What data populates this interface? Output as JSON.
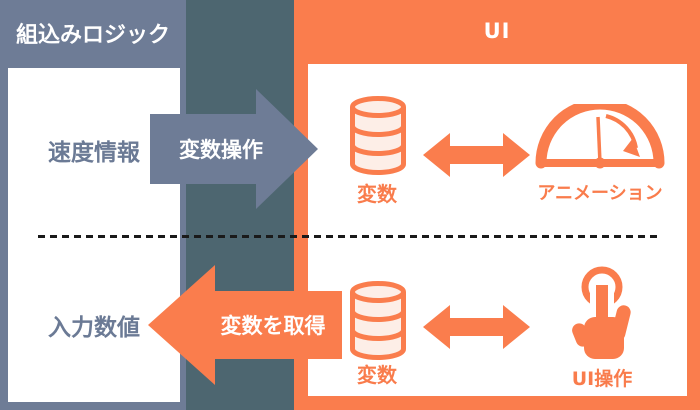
{
  "diagram": {
    "left_panel": {
      "title": "組込みロジック",
      "rows": [
        {
          "label": "速度情報"
        },
        {
          "label": "入力数値"
        }
      ]
    },
    "right_panel": {
      "title": "UI",
      "rows": [
        {
          "db_label": "変数",
          "target_label": "アニメーション",
          "target_icon": "gauge-icon"
        },
        {
          "db_label": "変数",
          "target_label": "UI操作",
          "target_icon": "tap-hand-icon"
        }
      ]
    },
    "flow_arrows": [
      {
        "label": "変数操作",
        "direction": "right",
        "color": "#6e7c96"
      },
      {
        "label": "変数を取得",
        "direction": "left",
        "color": "#fa7d4d"
      }
    ],
    "colors": {
      "slate": "#6e7c96",
      "gap_background": "#4d6670",
      "orange": "#fa7d4d",
      "database_fill": "#fdeee7",
      "dash_line": "#1a1a1a",
      "panel_body": "#ffffff"
    }
  }
}
